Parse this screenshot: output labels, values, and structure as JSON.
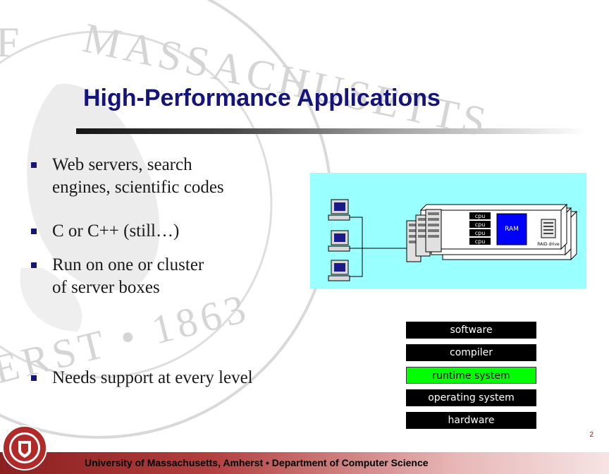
{
  "slide": {
    "title": "High-Performance Applications",
    "page_number": "2",
    "accent_color": "#14147a"
  },
  "bullets": [
    {
      "line1": "Web servers, search",
      "line2": "engines, scientific codes"
    },
    {
      "line1": "C or C++ (still…)",
      "line2": ""
    },
    {
      "line1": "Run on one or cluster",
      "line2": "of server boxes"
    },
    {
      "line1": "Needs support at every level",
      "line2": ""
    }
  ],
  "diagram": {
    "cpus": [
      "cpu",
      "cpu",
      "cpu",
      "cpu"
    ],
    "ram_label": "RAM",
    "raid_label": "RAID drive",
    "background_color": "#99ffff"
  },
  "stack": {
    "layers": [
      {
        "label": "software",
        "highlighted": false
      },
      {
        "label": "compiler",
        "highlighted": false
      },
      {
        "label": "runtime system",
        "highlighted": true
      },
      {
        "label": "operating system",
        "highlighted": false
      },
      {
        "label": "hardware",
        "highlighted": false
      }
    ]
  },
  "footer": {
    "text": "University of Massachusetts, Amherst • Department of Computer Science",
    "color": "#8c1f1f"
  },
  "background": {
    "seal_text": "MASSACHUSETTS",
    "seal_text_lower": "ERST • 1863",
    "seal_left": "F"
  }
}
